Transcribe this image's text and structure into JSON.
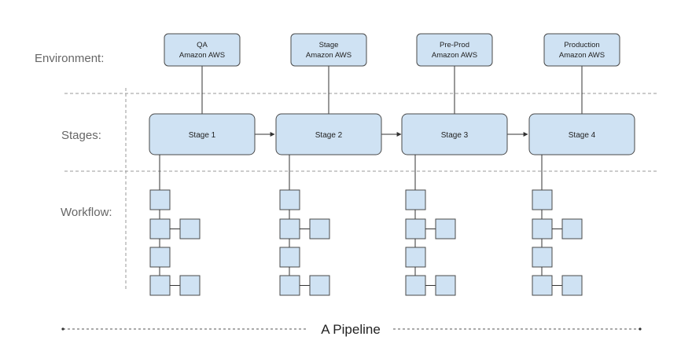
{
  "row_labels": {
    "environment": "Environment:",
    "stages": "Stages:",
    "workflow": "Workflow:"
  },
  "environments": [
    {
      "line1": "QA",
      "line2": "Amazon AWS"
    },
    {
      "line1": "Stage",
      "line2": "Amazon AWS"
    },
    {
      "line1": "Pre-Prod",
      "line2": "Amazon AWS"
    },
    {
      "line1": "Production",
      "line2": "Amazon AWS"
    }
  ],
  "stages": [
    {
      "label": "Stage 1"
    },
    {
      "label": "Stage 2"
    },
    {
      "label": "Stage 3"
    },
    {
      "label": "Stage 4"
    }
  ],
  "footer": {
    "label": "A Pipeline"
  },
  "colors": {
    "box_fill": "#cfe2f3",
    "box_stroke": "#4a4a4a",
    "line": "#333333",
    "dash": "#9a9a9a",
    "text": "#222222",
    "row_label": "#666666"
  }
}
